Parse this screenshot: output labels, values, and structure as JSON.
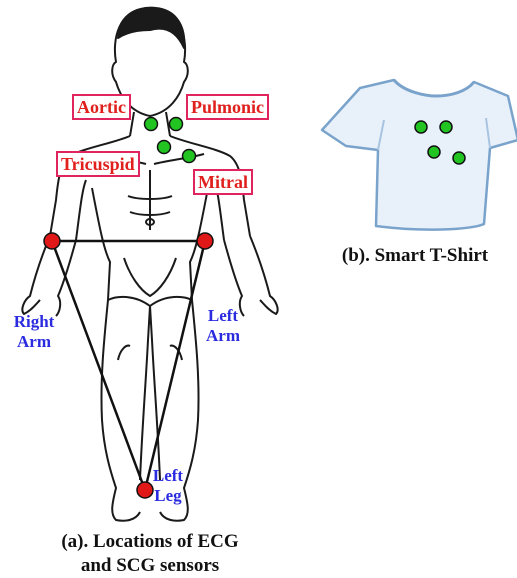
{
  "valve_labels": {
    "aortic": "Aortic",
    "pulmonic": "Pulmonic",
    "tricuspid": "Tricuspid",
    "mitral": "Mitral"
  },
  "limb_labels": {
    "right_arm_line1": "Right",
    "right_arm_line2": "Arm",
    "left_arm_line1": "Left",
    "left_arm_line2": "Arm",
    "left_leg_line1": "Left",
    "left_leg_line2": "Leg"
  },
  "captions": {
    "a_line1": "(a). Locations of ECG",
    "a_line2": "and SCG sensors",
    "b": "(b). Smart T-Shirt"
  },
  "colors": {
    "valve_text": "#e0201c",
    "valve_border": "#e0245e",
    "limb_text": "#2b2be0",
    "sensor_green": "#22c422",
    "electrode_red": "#e01818"
  }
}
